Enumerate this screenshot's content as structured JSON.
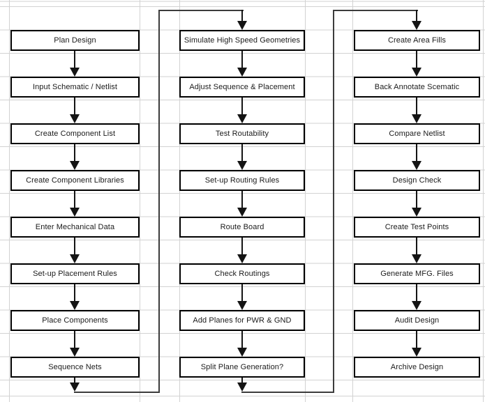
{
  "diagram": {
    "type": "flowchart",
    "description": "Three-column PCB design process flowchart on a spreadsheet grid",
    "columns": [
      {
        "boxes": [
          "Plan Design",
          "Input Schematic / Netlist",
          "Create Component List",
          "Create Component Libraries",
          "Enter Mechanical Data",
          "Set-up Placement Rules",
          "Place Components",
          "Sequence Nets"
        ]
      },
      {
        "boxes": [
          "Simulate High Speed Geometries",
          "Adjust Sequence & Placement",
          "Test Routability",
          "Set-up Routing Rules",
          "Route Board",
          "Check Routings",
          "Add Planes for PWR & GND",
          "Split Plane Generation?"
        ]
      },
      {
        "boxes": [
          "Create Area Fills",
          "Back Annotate Scematic",
          "Compare Netlist",
          "Design Check",
          "Create Test Points",
          "Generate MFG. Files",
          "Audit Design",
          "Archive Design"
        ]
      }
    ],
    "connectors": [
      {
        "from": "Sequence Nets",
        "to": "Simulate High Speed Geometries"
      },
      {
        "from": "Split Plane Generation?",
        "to": "Create Area Fills"
      }
    ],
    "colors": {
      "background": "#ffffff",
      "gridline": "#d2d2d2",
      "box_fill": "#ffffff",
      "box_border": "#000000",
      "arrow": "#141414",
      "connector_line": "#3c3c3c",
      "text": "#1a1a1a"
    }
  }
}
